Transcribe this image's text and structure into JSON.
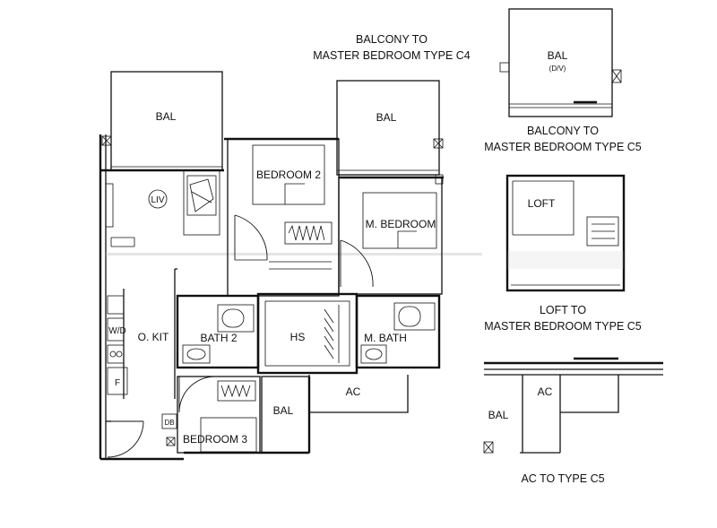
{
  "main_plan": {
    "rooms": {
      "bal_living": "BAL",
      "bal_master": "BAL",
      "liv": "LIV",
      "bedroom2": "BEDROOM 2",
      "m_bedroom": "M. BEDROOM",
      "wd": "W/D",
      "o_kit": "O. KIT",
      "bath2": "BATH 2",
      "hs": "HS",
      "m_bath": "M. BATH",
      "f": "F",
      "ac": "AC",
      "db": "DB",
      "bedroom3": "BEDROOM 3",
      "bal_bedroom3": "BAL"
    }
  },
  "variants": {
    "balcony_c4": {
      "caption_line1": "BALCONY TO",
      "caption_line2": "MASTER BEDROOM TYPE C4"
    },
    "balcony_c5": {
      "room": "BAL",
      "sub": "(D/V)",
      "caption_line1": "BALCONY TO",
      "caption_line2": "MASTER BEDROOM TYPE C5"
    },
    "loft_c5": {
      "room": "LOFT",
      "caption_line1": "LOFT TO",
      "caption_line2": "MASTER BEDROOM TYPE C5"
    },
    "ac_c5": {
      "room_ac": "AC",
      "room_bal": "BAL",
      "caption": "AC TO TYPE C5"
    }
  }
}
